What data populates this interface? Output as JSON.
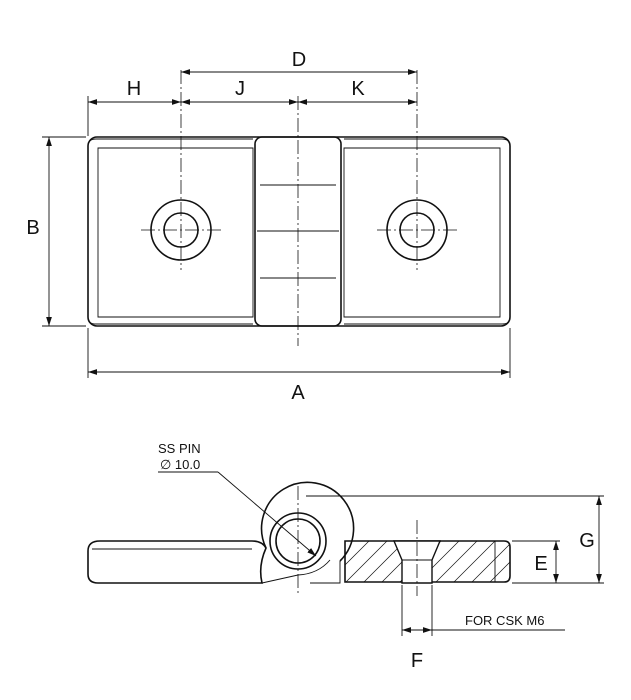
{
  "drawing": {
    "top_view": {
      "dimensions": {
        "a": "A",
        "b": "B",
        "d": "D",
        "h": "H",
        "j": "J",
        "k": "K"
      }
    },
    "side_view": {
      "dimensions": {
        "e": "E",
        "f": "F",
        "g": "G"
      },
      "pin_callout": {
        "line1": "SS PIN",
        "line2": "∅ 10.0"
      },
      "hole_callout": "FOR CSK M6"
    }
  }
}
